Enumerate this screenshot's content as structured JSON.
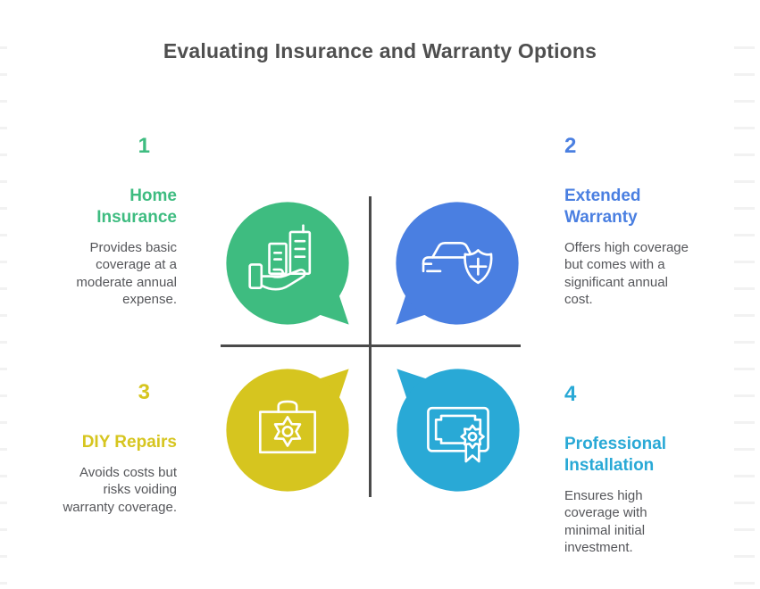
{
  "title": "Evaluating Insurance and Warranty Options",
  "colors": {
    "title_text": "#4f4f4f",
    "body_text": "#55565a",
    "divider": "#4a4a4a",
    "rule_lines": "#f2f2f2",
    "green": "#3ebc80",
    "blue": "#4a7fe1",
    "yellow": "#d6c51f",
    "cyan": "#29a9d6"
  },
  "quadrants": [
    {
      "number": "1",
      "heading": "Home Insurance",
      "body": "Provides basic coverage at a moderate annual expense.",
      "color": "#3ebc80",
      "icon": "hand-holding-buildings-icon",
      "bubble_tail": "bottom-right"
    },
    {
      "number": "2",
      "heading": "Extended Warranty",
      "body": "Offers high coverage but comes with a significant annual cost.",
      "color": "#4a7fe1",
      "icon": "car-shield-plus-icon",
      "bubble_tail": "bottom-left"
    },
    {
      "number": "3",
      "heading": "DIY Repairs",
      "body": "Avoids costs but risks voiding warranty coverage.",
      "color": "#d6c51f",
      "icon": "toolbox-gear-icon",
      "bubble_tail": "top-right"
    },
    {
      "number": "4",
      "heading": "Professional Installation",
      "body": "Ensures high coverage with minimal initial investment.",
      "color": "#29a9d6",
      "icon": "certificate-rosette-icon",
      "bubble_tail": "top-left"
    }
  ]
}
